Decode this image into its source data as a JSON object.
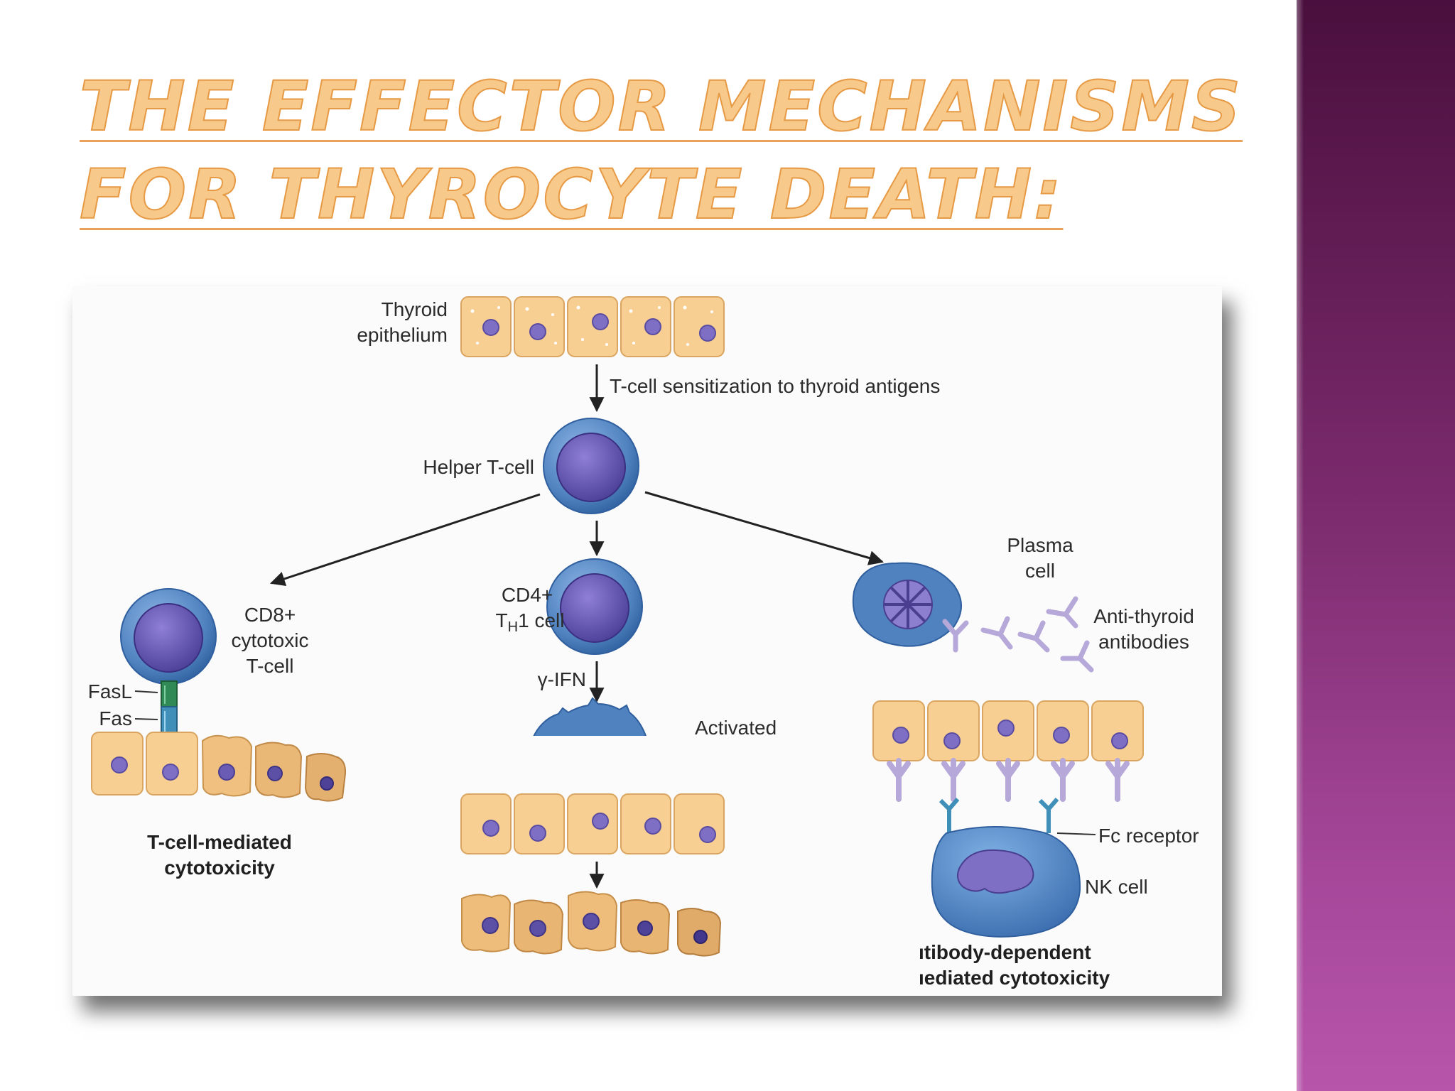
{
  "slide": {
    "title_line1": "THE EFFECTOR MECHANISMS",
    "title_line2": "FOR THYROCYTE DEATH:"
  },
  "diagram": {
    "thyroid_line1": "Thyroid",
    "thyroid_line2": "epithelium",
    "sensitization": "T-cell sensitization to thyroid antigens",
    "helper": "Helper T-cell",
    "cd8_line1": "CD8+",
    "cd8_line2": "cytotoxic",
    "cd8_line3": "T-cell",
    "fasl": "FasL",
    "fas": "Fas",
    "tcell_cap1": "T-cell-mediated",
    "tcell_cap2": "cytotoxicity",
    "cd4_line1": "CD4+",
    "th1_main": "T",
    "th1_sub": "H",
    "th1_rest": "1 cell",
    "ifn": "γ-IFN",
    "activated": "Activated",
    "plasma_line1": "Plasma",
    "plasma_line2": "cell",
    "anti_line1": "Anti-thyroid",
    "anti_line2": "antibodies",
    "fc": "Fc receptor",
    "nk": "NK cell",
    "adcc_cap1": "ıtibody-dependent",
    "adcc_cap2": "ıediated cytotoxicity"
  },
  "colors": {
    "title_fill": "#f7c98a",
    "title_outline": "#e79a45",
    "side_band": "#7a2a6c",
    "cell_fill": "#f8cf92",
    "nucleus": "#7e6fc4",
    "tcell_blue": "#4f82bf"
  }
}
